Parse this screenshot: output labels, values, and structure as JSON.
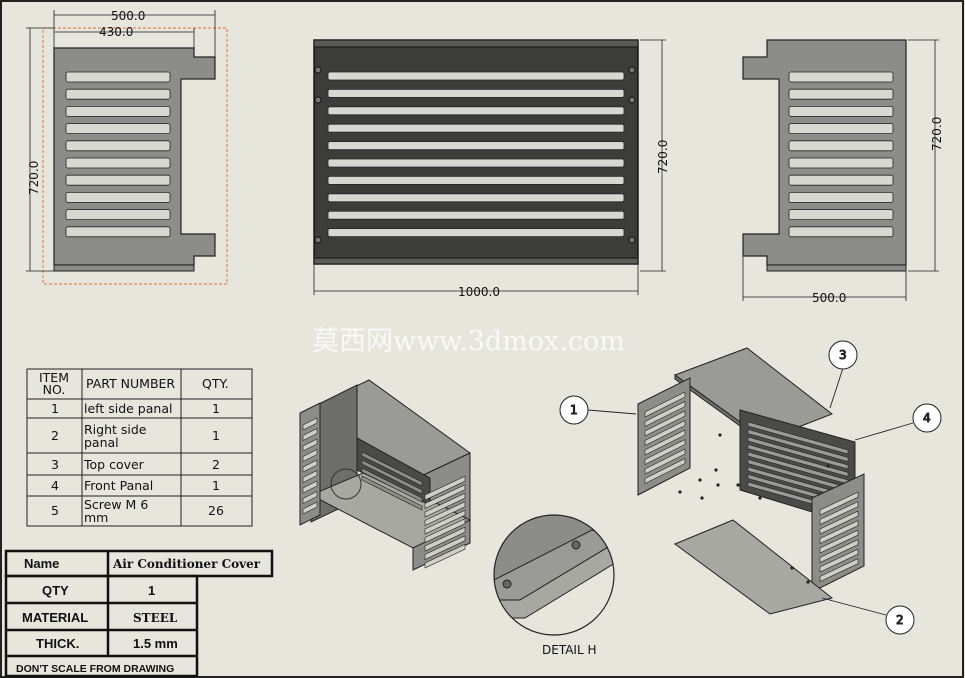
{
  "views": {
    "left": {
      "width_overall": "500.0",
      "width_inner": "430.0",
      "height": "720.0"
    },
    "front": {
      "height": "720.0",
      "width": "1000.0"
    },
    "right": {
      "height": "720.0",
      "width": "500.0"
    }
  },
  "watermark": "莫西网www.3dmox.com",
  "bom": {
    "headers": [
      "ITEM NO.",
      "PART NUMBER",
      "QTY."
    ],
    "rows": [
      {
        "item": "1",
        "part": "left side panal",
        "qty": "1"
      },
      {
        "item": "2",
        "part": "Right side panal",
        "qty": "1"
      },
      {
        "item": "3",
        "part": "Top cover",
        "qty": "2"
      },
      {
        "item": "4",
        "part": "Front Panal",
        "qty": "1"
      },
      {
        "item": "5",
        "part": "Screw M 6 mm",
        "qty": "26"
      }
    ]
  },
  "title_block": {
    "name_label": "Name",
    "name_value": "Air Conditioner Cover",
    "qty_label": "QTY",
    "qty_value": "1",
    "material_label": "MATERIAL",
    "material_value": "STEEL",
    "thick_label": "THICK.",
    "thick_value": "1.5 mm",
    "note": "DON'T SCALE FROM DRAWING"
  },
  "detail_caption": "DETAIL H",
  "balloons": [
    "1",
    "2",
    "3",
    "4"
  ],
  "colors": {
    "background": "#e6e6dc",
    "steel_face": "#8c8c88",
    "dark_panel": "#3c3c3a",
    "slot": "#d8d8d2",
    "construction": "#e07030"
  }
}
